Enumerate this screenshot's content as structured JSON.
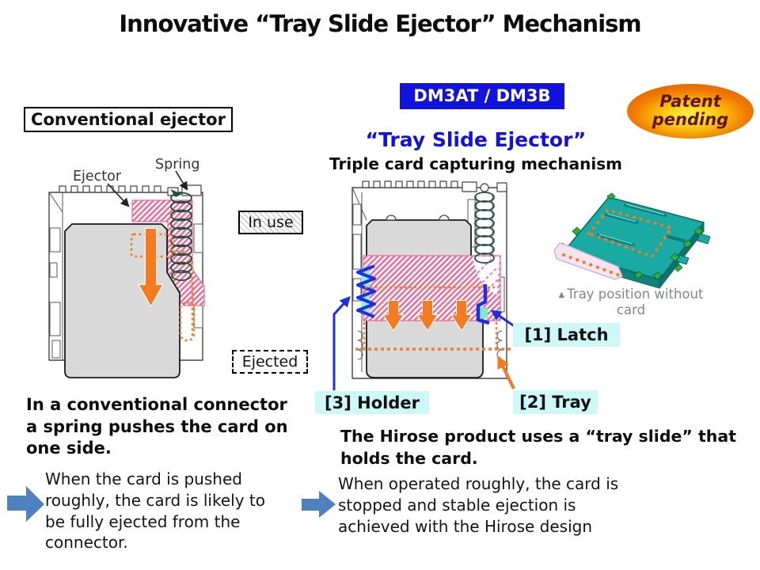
{
  "title": "Innovative “Tray Slide Ejector” Mechanism",
  "conventional": {
    "heading": "Conventional ejector",
    "ejector_label": "Ejector",
    "spring_label": "Spring",
    "in_use_label": "In use",
    "ejected_label": "Ejected",
    "bold_lines": [
      "In a conventional connector",
      "a spring pushes the card on",
      "one side."
    ],
    "body_lines": [
      "When the card is pushed",
      "roughly, the card is likely to",
      "be fully ejected from the",
      "connector."
    ]
  },
  "tray_slide": {
    "model_badge": "DM3AT / DM3B",
    "patent_lines": [
      "Patent",
      "pending"
    ],
    "heading": "“Tray Slide Ejector”",
    "subheading": "Triple card capturing mechanism",
    "photo_caption_marker": "▲",
    "photo_caption_lines": [
      "Tray position without",
      "card"
    ],
    "callouts": {
      "latch": "[1] Latch",
      "tray": "[2] Tray",
      "holder": "[3] Holder"
    },
    "bold_lines": [
      "The Hirose product uses a “tray slide” that",
      "holds the card."
    ],
    "body_lines": [
      "When operated roughly, the card is",
      "stopped and stable ejection is",
      "achieved with the Hirose design"
    ]
  },
  "colors": {
    "accent_blue": "#1212dd",
    "callout_bg_cyan": "#cef8f6",
    "orange": "#f47b20",
    "hatch_pink": "#ee6b94",
    "spring_green": "#1d4f40",
    "latch_blue": "#1b2fe8",
    "arrow_steel_blue": "#4f81bd",
    "card_gray": "#d9d9d9",
    "product_teal": "#17a9a2",
    "patent_text_red": "#5f1404"
  }
}
